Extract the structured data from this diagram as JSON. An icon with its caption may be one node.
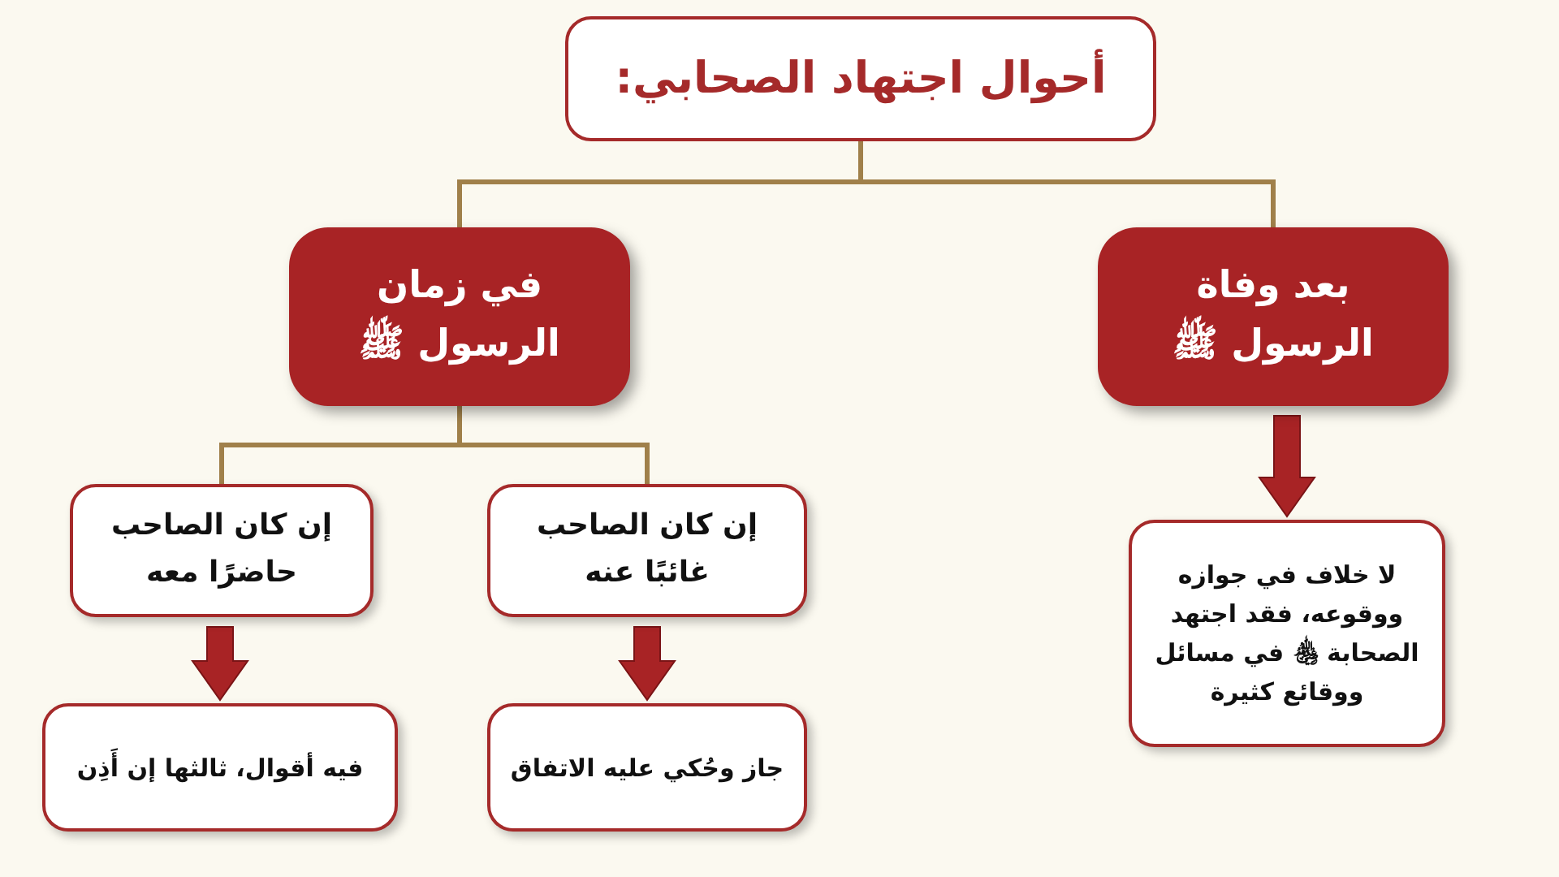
{
  "diagram": {
    "nodes": [
      {
        "text": [
          "أحوال اجتهاد الصحابي:"
        ]
      },
      {
        "text": [
          "بعد وفاة الرسول ﷺ"
        ]
      },
      {
        "text": [
          "في زمان الرسول ﷺ"
        ]
      },
      {
        "text": [
          "لا خلاف في جوازه ووقوعه، فقد اجتهد الصحابة ﵃ في مسائل ووقائع كثيرة"
        ]
      },
      {
        "text": [
          "إن كان الصاحب غائبًا عنه"
        ]
      },
      {
        "text": [
          "إن كان الصاحب حاضرًا معه"
        ]
      },
      {
        "text": [
          "جاز وحُكي عليه الاتفاق"
        ]
      },
      {
        "text": [
          "فيه أقوال، ثالثها إن أَذِن"
        ]
      }
    ],
    "edges": [
      {
        "from": 0,
        "to": 1,
        "arrow": "none"
      },
      {
        "from": 0,
        "to": 2,
        "arrow": "none"
      },
      {
        "from": 2,
        "to": 4,
        "arrow": "none"
      },
      {
        "from": 2,
        "to": 5,
        "arrow": "none"
      },
      {
        "from": 1,
        "to": 3,
        "arrow": "to",
        "style": "thick",
        "color": "#a82325"
      },
      {
        "from": 4,
        "to": 6,
        "arrow": "to",
        "style": "thick",
        "color": "#a82325"
      },
      {
        "from": 5,
        "to": 7,
        "arrow": "to",
        "style": "thick",
        "color": "#a82325"
      }
    ]
  }
}
